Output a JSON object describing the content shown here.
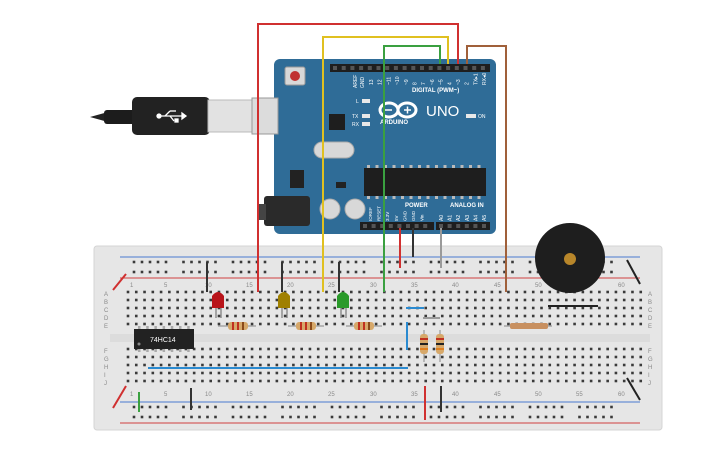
{
  "arduino": {
    "model": "UNO",
    "brand": "ARDUINO",
    "digital_label": "DIGITAL (PWM~)",
    "analog_label": "ANALOG IN",
    "power_label": "POWER",
    "on_label": "ON",
    "led_l": "L",
    "led_tx": "TX",
    "led_rx": "RX",
    "aref": "AREF",
    "gnd": "GND",
    "digital_pins": [
      "13",
      "12",
      "~11",
      "~10",
      "~9",
      "8",
      "7",
      "~6",
      "~5",
      "4",
      "~3",
      "2",
      "TX▸1",
      "RX◂0"
    ],
    "power_pins": [
      "IOREF",
      "RESET",
      "3.3V",
      "5V",
      "GND",
      "GND",
      "Vin"
    ],
    "analog_pins": [
      "A0",
      "A1",
      "A2",
      "A3",
      "A4",
      "A5"
    ]
  },
  "breadboard": {
    "column_numbers": [
      "1",
      "5",
      "10",
      "15",
      "20",
      "25",
      "30",
      "35",
      "40",
      "45",
      "50",
      "55",
      "60"
    ],
    "row_letters_top": [
      "A",
      "B",
      "C",
      "D",
      "E"
    ],
    "row_letters_bottom": [
      "F",
      "G",
      "H",
      "I",
      "J"
    ]
  },
  "components": {
    "ic_label": "74HC14"
  },
  "colors": {
    "arduino_blue": "#2f6c97",
    "wire_red": "#d03030",
    "wire_yellow": "#e0c020",
    "wire_green": "#3aa040",
    "wire_brown": "#a0603a",
    "wire_gray": "#9a9a9a",
    "wire_blue": "#2a8ad0",
    "led_red": "#b8141a",
    "led_yellow": "#a08000",
    "led_green": "#2a9a2a",
    "breadboard": "#e8e8e8"
  }
}
